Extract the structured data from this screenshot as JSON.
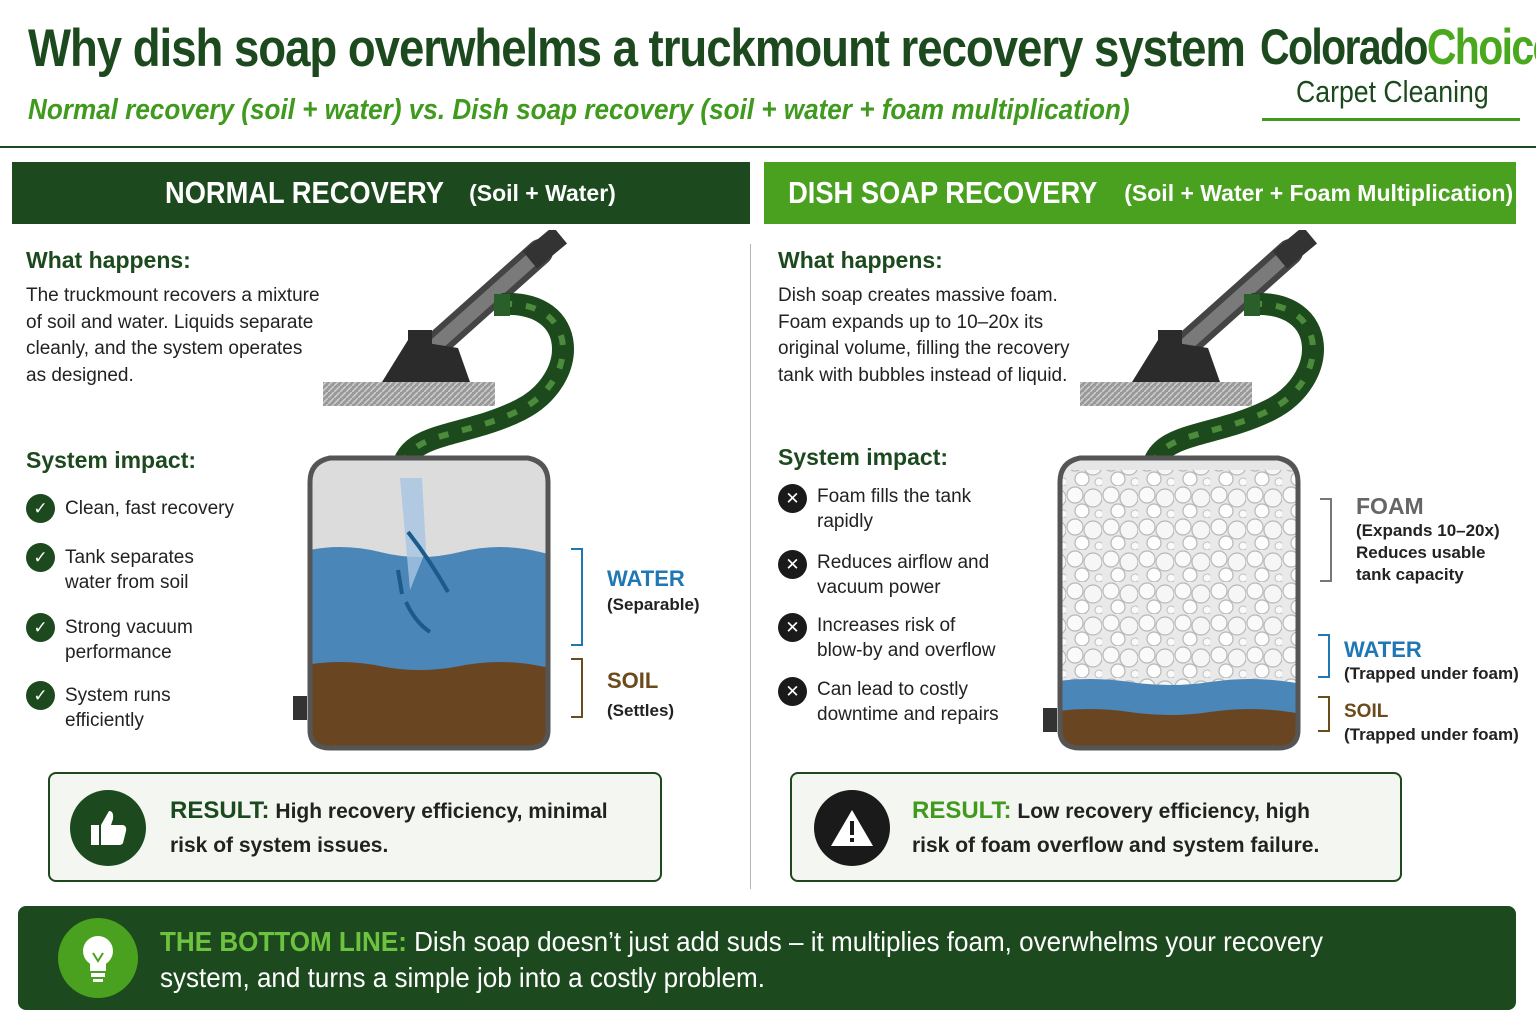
{
  "header": {
    "title": "Why dish soap overwhelms a truckmount recovery system",
    "subtitle": "Normal recovery (soil + water) vs. Dish soap recovery (soil + water + foam multiplication)"
  },
  "logo": {
    "word1": "Colorado",
    "word2": "Choice",
    "tagline": "Carpet Cleaning"
  },
  "normal": {
    "heading": "NORMAL RECOVERY",
    "heading_sub": "(Soil + Water)",
    "what_title": "What happens:",
    "what_text": "The truckmount recovers a mixture of soil and water. Liquids separate cleanly, and the system operates as designed.",
    "impact_title": "System impact:",
    "impacts": [
      "Clean, fast recovery",
      "Tank separates water from soil",
      "Strong vacuum performance",
      "System runs efficiently"
    ],
    "labels": {
      "water": "WATER",
      "water_sub": "(Separable)",
      "soil": "SOIL",
      "soil_sub": "(Settles)"
    },
    "result_key": "RESULT:",
    "result_text": "High recovery efficiency, minimal risk of system issues."
  },
  "soap": {
    "heading": "DISH SOAP RECOVERY",
    "heading_sub": "(Soil + Water + Foam Multiplication)",
    "what_title": "What happens:",
    "what_text": "Dish soap creates massive foam. Foam expands up to 10–20x its original volume, filling the recovery tank with bubbles instead of liquid.",
    "impact_title": "System impact:",
    "impacts": [
      "Foam fills the tank rapidly",
      "Reduces airflow and vacuum power",
      "Increases risk of blow-by and overflow",
      "Can lead to costly downtime and repairs"
    ],
    "labels": {
      "foam": "FOAM",
      "foam_sub": "(Expands 10–20x) Reduces usable tank capacity",
      "water": "WATER",
      "water_sub": "(Trapped under foam)",
      "soil": "SOIL",
      "soil_sub": "(Trapped under foam)"
    },
    "result_key": "RESULT:",
    "result_text": "Low recovery efficiency, high risk of foam overflow and system failure."
  },
  "bottom_line": {
    "key": "THE BOTTOM LINE:",
    "text": "Dish soap doesn’t just add suds – it multiplies foam, overwhelms your recovery system, and turns a simple job into a costly problem."
  },
  "colors": {
    "dark_green": "#1c4a1e",
    "bright_green": "#4aa11f",
    "water_blue": "#1f78b4",
    "soil_brown": "#6b4a1b"
  },
  "icons": {
    "impact_normal": "check-circle-icon",
    "impact_soap": "x-circle-icon",
    "result_normal": "thumbs-up-icon",
    "result_soap": "warning-icon",
    "bottom_line": "lightbulb-icon"
  }
}
